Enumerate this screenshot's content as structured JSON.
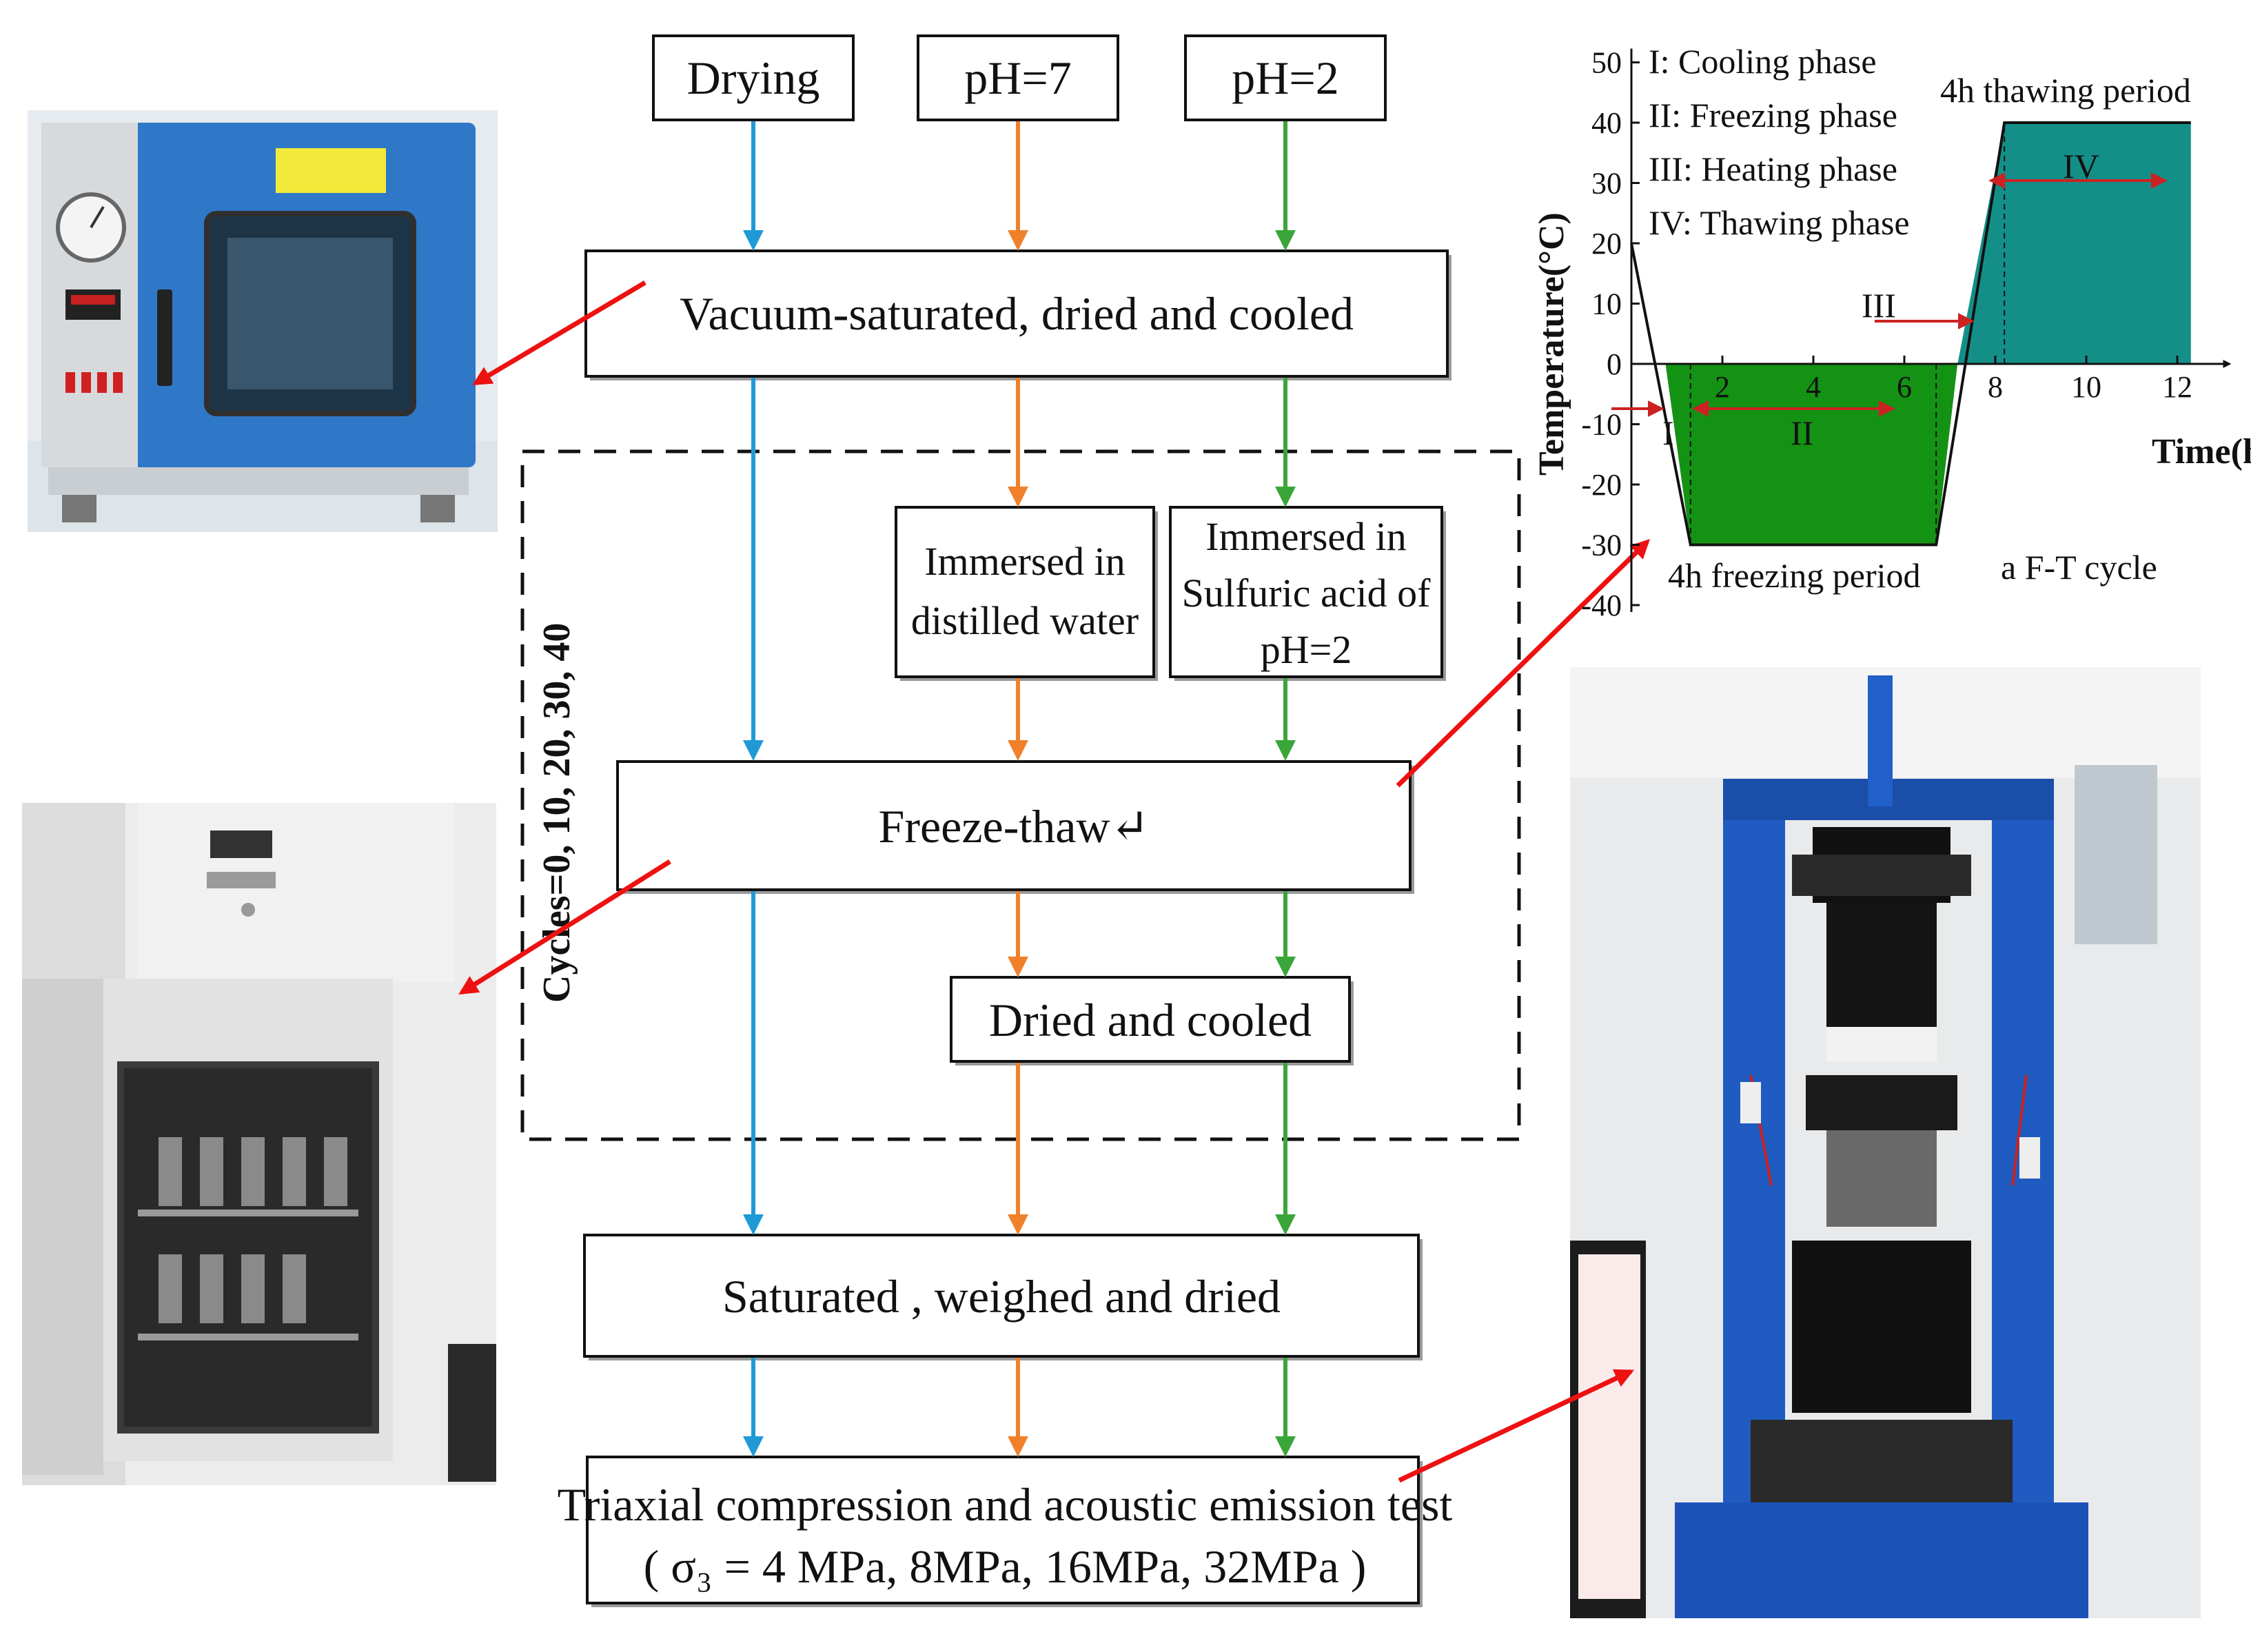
{
  "flowchart": {
    "inputs": [
      "Drying",
      "pH=7",
      "pH=2"
    ],
    "steps": {
      "vacuum": "Vacuum-saturated, dried  and cooled",
      "immersed_water_l1": "Immersed in",
      "immersed_water_l2": "distilled water",
      "immersed_acid_l1": "Immersed in",
      "immersed_acid_l2": "Sulfuric acid of",
      "immersed_acid_l3": "pH=2",
      "freeze_thaw": "Freeze-thaw↵",
      "dried_cooled": "Dried and cooled",
      "saturated": "Saturated ,  weighed and dried",
      "triaxial_l1": "Triaxial compression and acoustic emission test",
      "triaxial_l2": "( σ₃ = 4 MPa, 8MPa, 16MPa, 32MPa )"
    },
    "cycles_label": "Cycles=0, 10, 20, 30, 40",
    "colors": {
      "drying": "#1f9ad6",
      "ph7": "#f0812a",
      "ph2": "#3aa63a",
      "pointer": "#ee1111"
    }
  },
  "photos": [
    {
      "name": "drying-oven-photo"
    },
    {
      "name": "freeze-thaw-chamber-photo"
    },
    {
      "name": "triaxial-testing-machine-photo"
    }
  ],
  "chart_data": {
    "type": "line",
    "xlabel": "Time(h)",
    "ylabel": "Temperature(°C)",
    "xlim": [
      0,
      13
    ],
    "ylim": [
      -40,
      50
    ],
    "x_ticks": [
      2,
      4,
      6,
      8,
      10,
      12
    ],
    "y_ticks": [
      50,
      40,
      30,
      20,
      10,
      0,
      -10,
      -20,
      -30,
      -40
    ],
    "x_tick_labels": [
      "2",
      "4",
      "6",
      "8",
      "10",
      "12"
    ],
    "y_tick_labels": [
      "50",
      "40",
      "30",
      "20",
      "10",
      "0",
      "-10",
      "-20",
      "-30",
      "-40"
    ],
    "series": [
      {
        "x": [
          0,
          1.3,
          6.7,
          8.2,
          12.3
        ],
        "y": [
          20,
          -30,
          -30,
          40,
          40
        ]
      }
    ],
    "freezing_fill": {
      "x": [
        0.75,
        1.3,
        6.7,
        7.17
      ],
      "y": [
        0,
        -30,
        -30,
        0
      ],
      "color": "#149214"
    },
    "thawing_fill": {
      "x": [
        7.17,
        8.2,
        12.3,
        12.3
      ],
      "y": [
        0,
        40,
        40,
        0
      ],
      "color": "#148f88"
    },
    "legend": [
      "I: Cooling phase",
      "II: Freezing phase",
      "III: Heating phase",
      "IV: Thawing phase"
    ],
    "annotations": {
      "freezing_period": "4h freezing period",
      "thawing_period": "4h thawing period",
      "cycle_label": "a F-T cycle",
      "phase_I": "I",
      "phase_II": "II",
      "phase_III": "III",
      "phase_IV": "IV"
    }
  }
}
